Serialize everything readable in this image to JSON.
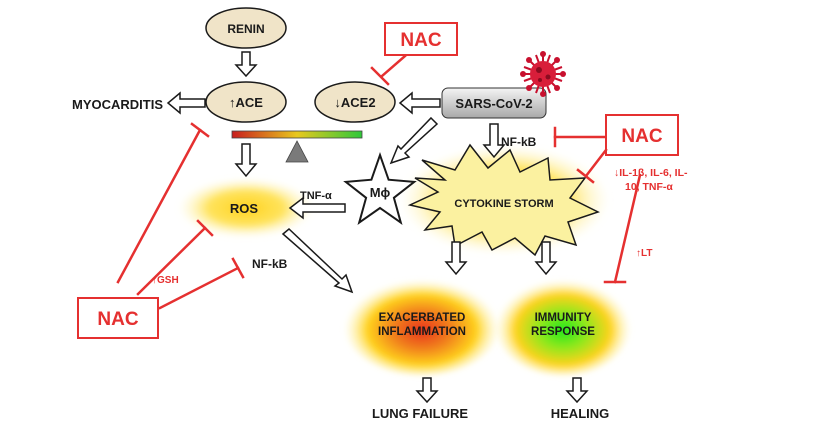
{
  "nodes": {
    "renin": "RENIN",
    "ace": "↑ACE",
    "ace2": "↓ACE2",
    "sars": "SARS-CoV-2",
    "myocarditis": "MYOCARDITIS",
    "ros": "ROS",
    "macrophage": "Mϕ",
    "cytokine_storm": "CYTOKINE STORM",
    "inflammation_line1": "EXACERBATED",
    "inflammation_line2": "INFLAMMATION",
    "immunity_line1": "IMMUNITY",
    "immunity_line2": "RESPONSE",
    "lung_failure": "LUNG FAILURE",
    "healing": "HEALING"
  },
  "labels": {
    "nfkb_top": "NF-kB",
    "tnf_alpha": "TNF-α",
    "nfkb_left": "NF-kB",
    "gsh": "↑GSH",
    "cytokines_line1": "↓IL-1β, IL-6, IL-",
    "cytokines_line2": "10, TNF-α",
    "lt": "↑LT"
  },
  "nac": {
    "top": "NAC",
    "right": "NAC",
    "left": "NAC"
  },
  "colors": {
    "inhibitor": "#e53030",
    "node_fill": "#f0e4c8",
    "glow": "#ffd21e",
    "inflammation_core": "#e8321e",
    "immunity_core": "#1ee81e"
  }
}
